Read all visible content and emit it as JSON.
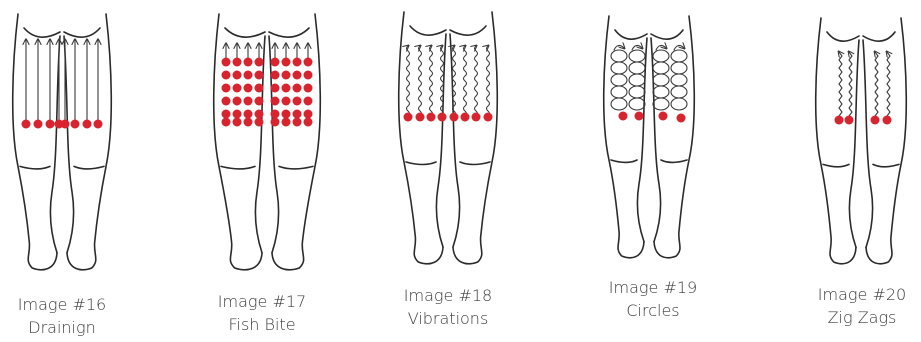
{
  "accent_color": "#d7242e",
  "panels": [
    {
      "number": "Image #16",
      "name": "Drainign",
      "technique": "draining",
      "icon": "legs-draining-diagram"
    },
    {
      "number": "Image #17",
      "name": "Fish Bite",
      "technique": "fish-bite",
      "icon": "legs-fish-bite-diagram"
    },
    {
      "number": "Image #18",
      "name": "Vibrations",
      "technique": "vibrations",
      "icon": "legs-vibrations-diagram"
    },
    {
      "number": "Image #19",
      "name": "Circles",
      "technique": "circles",
      "icon": "legs-circles-diagram"
    },
    {
      "number": "Image #20",
      "name": "Zig Zags",
      "technique": "zigzags",
      "icon": "legs-zigzags-diagram"
    }
  ]
}
